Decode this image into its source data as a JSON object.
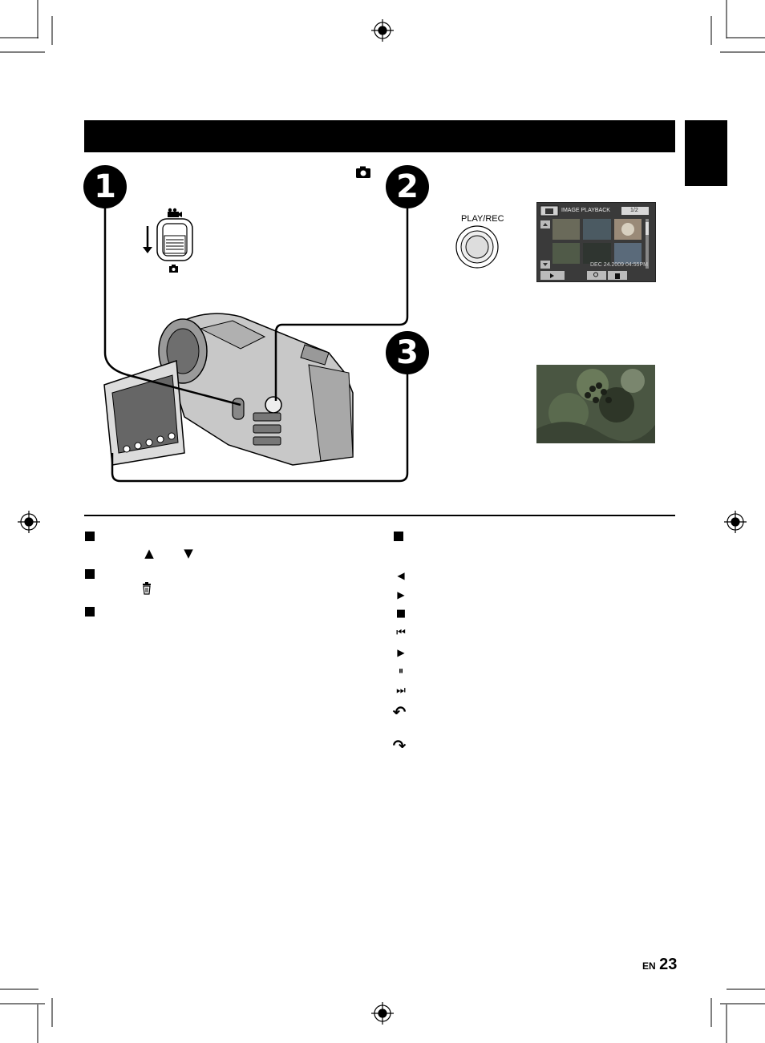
{
  "steps": [
    "1",
    "2",
    "3"
  ],
  "icons": {
    "camera": "camera-icon",
    "movie": "movie-icon",
    "trash": "trash-icon",
    "up": "triangle-up-icon",
    "down": "triangle-down-icon",
    "registration": "registration-mark-icon"
  },
  "button_label": "PLAY/REC",
  "playback_screen": {
    "title": "IMAGE PLAYBACK",
    "counter": "1/2",
    "date": "DEC 24.2009 04:55PM"
  },
  "left_list": {
    "glyph_up": "▲",
    "glyph_down": "▼"
  },
  "right_list": {
    "glyphs": [
      "◀",
      "▶",
      "■",
      "⏮",
      "▶",
      "⏸",
      "⏭",
      "↶",
      "↷"
    ]
  },
  "page": {
    "lang": "EN",
    "number": "23"
  },
  "colors": {
    "ink": "#000000",
    "paper": "#ffffff",
    "camera_body": "#b8b8b8"
  }
}
